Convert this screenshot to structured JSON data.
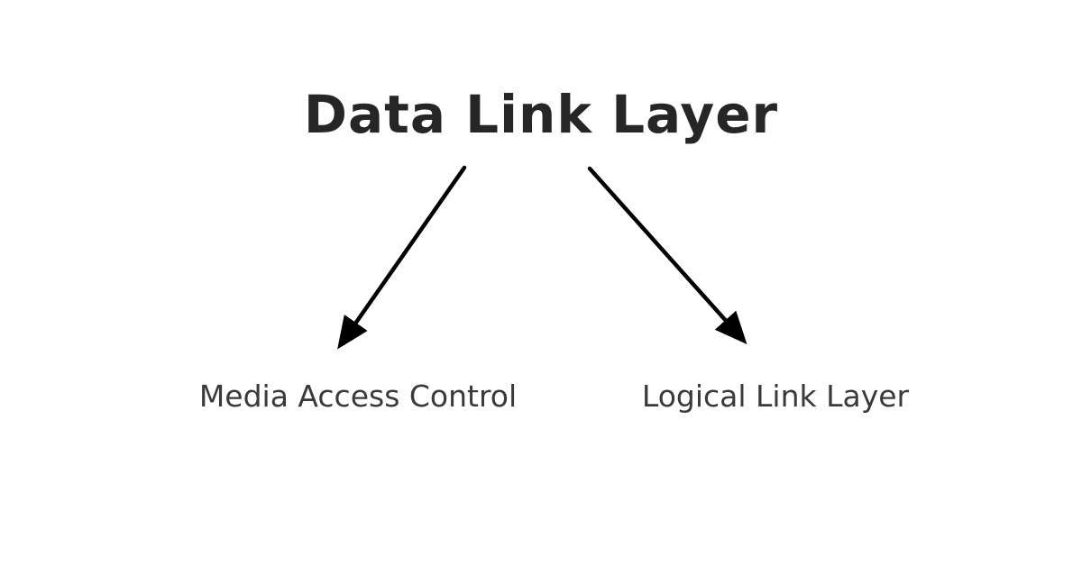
{
  "diagram": {
    "title": "Data Link Layer",
    "children": [
      {
        "label": "Media Access Control"
      },
      {
        "label": "Logical Link Layer"
      }
    ],
    "colors": {
      "background": "#ffffff",
      "title_text": "#262626",
      "node_text": "#3a3a3a",
      "arrow": "#000000"
    }
  }
}
